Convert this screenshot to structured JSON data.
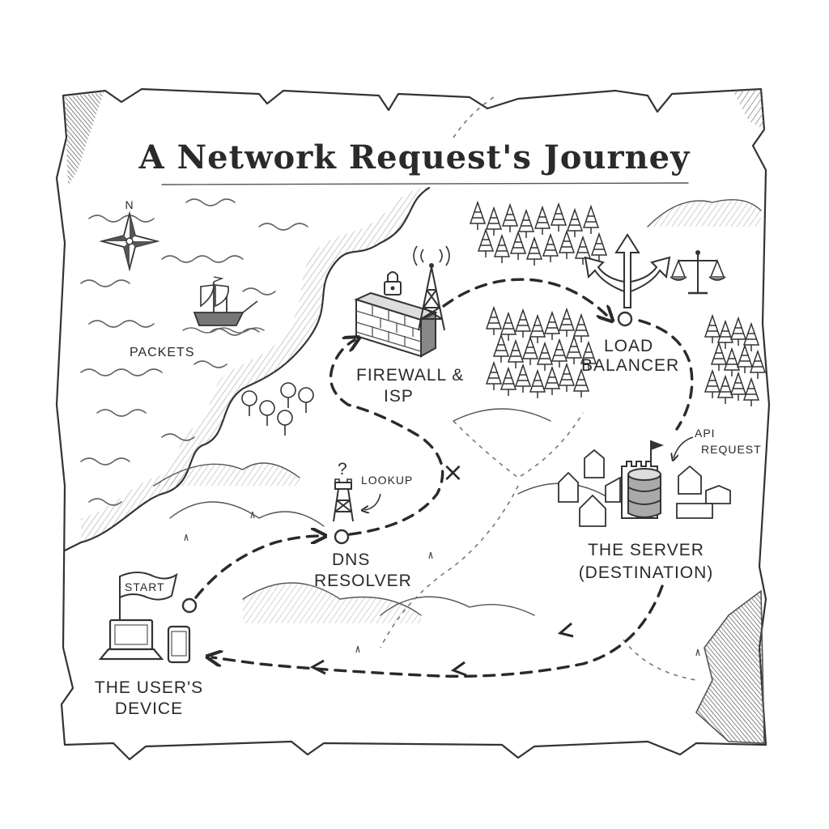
{
  "title": "A Network Request's Journey",
  "compass": {
    "north_label": "N"
  },
  "labels": {
    "packets": "PACKETS",
    "firewall_line1": "FIREWALL &",
    "firewall_line2": "ISP",
    "load_balancer_line1": "LOAD",
    "load_balancer_line2": "BALANCER",
    "api_line1": "API",
    "api_line2": "REQUEST",
    "lookup": "LOOKUP",
    "lookup_mark": "?",
    "dns_line1": "DNS",
    "dns_line2": "RESOLVER",
    "server_line1": "THE SERVER",
    "server_line2": "(DESTINATION)",
    "start_flag": "START",
    "device_line1": "THE USER'S",
    "device_line2": "DEVICE",
    "dead_end_mark": "×"
  },
  "icons": [
    "compass-rose-icon",
    "ship-icon",
    "lock-icon",
    "firewall-brick-wall-icon",
    "radio-tower-icon",
    "signpost-arrows-icon",
    "scales-icon",
    "dns-tower-icon",
    "castle-icon",
    "database-icon",
    "laptop-icon",
    "phone-icon",
    "start-flag-icon",
    "pine-tree-icon",
    "round-tree-icon"
  ],
  "colors": {
    "ink": "#2a2a2a",
    "paper": "#ffffff",
    "shade": "#8a8a8a"
  }
}
